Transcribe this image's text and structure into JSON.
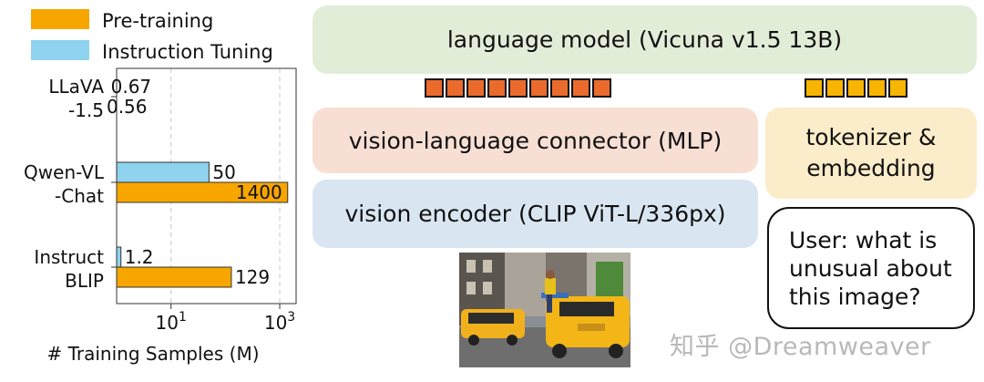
{
  "chart_data": {
    "type": "bar",
    "orientation": "horizontal",
    "xscale": "log",
    "xlim": [
      1,
      2000
    ],
    "xticks": [
      10,
      1000
    ],
    "xticklabels": [
      "10^1",
      "10^3"
    ],
    "xlabel": "# Training Samples (M)",
    "categories": [
      "LLaVA\n-1.5",
      "Qwen-VL\n-Chat",
      "Instruct\nBLIP"
    ],
    "series": [
      {
        "name": "Instruction Tuning",
        "color": "#8fd3ee",
        "values": [
          0.67,
          50,
          1.2
        ],
        "labels": [
          "0.67",
          "50",
          "1.2"
        ]
      },
      {
        "name": "Pre-training",
        "color": "#f7a600",
        "values": [
          0.56,
          1400,
          129
        ],
        "labels": [
          "0.56",
          "1400",
          "129"
        ]
      }
    ],
    "legend": [
      {
        "name": "Pre-training",
        "color": "#f7a600"
      },
      {
        "name": "Instruction Tuning",
        "color": "#8fd3ee"
      }
    ],
    "grid": "vertical-dashed",
    "legend_position": "top"
  },
  "diagram": {
    "language_model": "language model (Vicuna v1.5 13B)",
    "connector": "vision-language connector (MLP)",
    "encoder": "vision encoder (CLIP ViT-L/336px)",
    "tokenizer": "tokenizer &\nembedding",
    "user_prompt": "User: what is\nunusual about\nthis image?",
    "image_token_count": 9,
    "text_token_count": 5,
    "image_token_color": "#ea6b2c",
    "text_token_color": "#f7b500"
  },
  "watermark": "知乎 @Dreamweaver"
}
